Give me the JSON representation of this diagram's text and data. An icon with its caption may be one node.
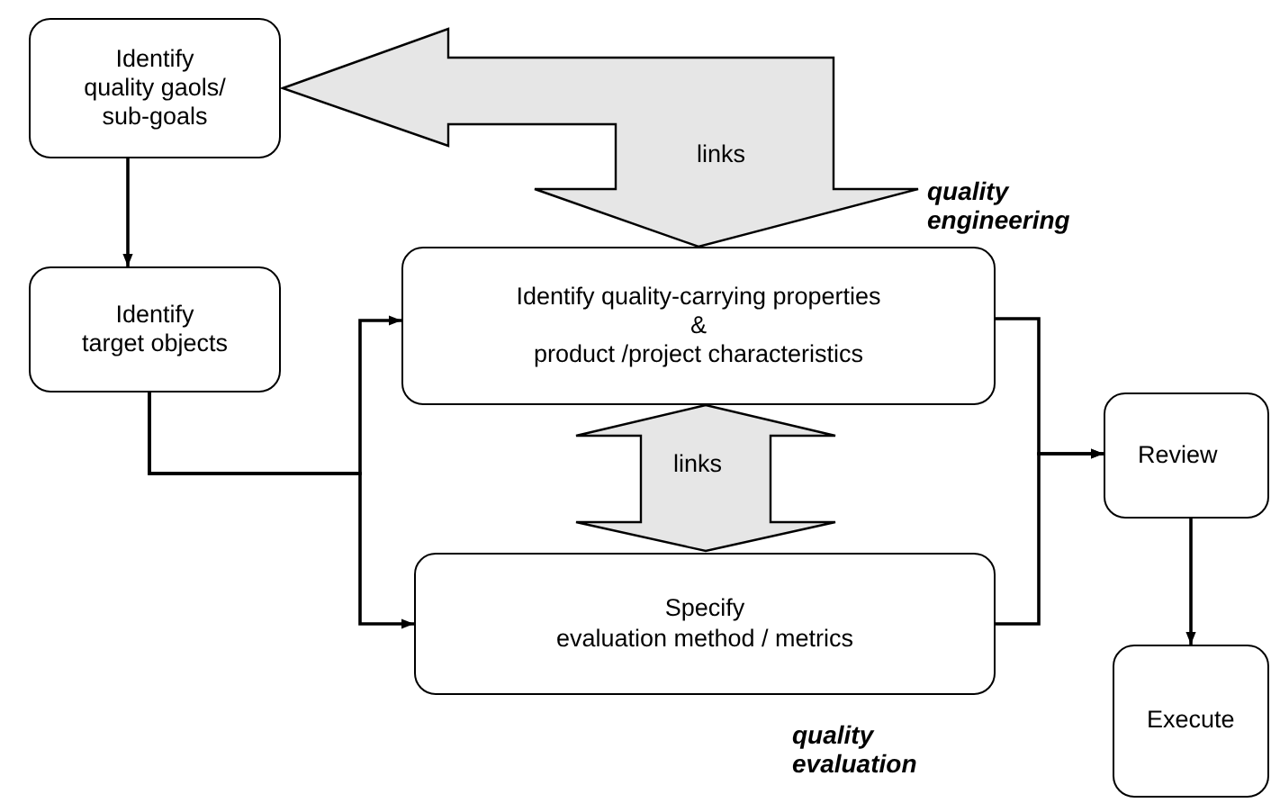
{
  "diagram": {
    "nodes": [
      {
        "text": [
          "Identify",
          "quality gaols/ sub-goals"
        ]
      },
      {
        "text": [
          "Identify",
          "target objects"
        ]
      },
      {
        "text": [
          "Identify quality-carrying properties",
          "&",
          "product /project characteristics"
        ]
      },
      {
        "text": [
          "Specify",
          "evaluation method / metrics"
        ]
      },
      {
        "text": [
          "Review"
        ]
      },
      {
        "text": [
          "Execute"
        ]
      }
    ],
    "edges": [
      {
        "from": 0,
        "to": 1,
        "arrow": "to"
      },
      {
        "from": 1,
        "to": 2,
        "arrow": "to"
      },
      {
        "from": 1,
        "to": 3,
        "arrow": "to"
      },
      {
        "from": 2,
        "to": 4,
        "arrow": "to"
      },
      {
        "from": 3,
        "to": 4,
        "arrow": "to"
      },
      {
        "from": 4,
        "to": 5,
        "arrow": "to"
      },
      {
        "from": 0,
        "to": 2,
        "arrow": "both",
        "label": "links",
        "style": "thick"
      },
      {
        "from": 2,
        "to": 3,
        "arrow": "both",
        "label": "links",
        "style": "thick"
      }
    ],
    "labels": [
      "quality engineering",
      "quality evaluation"
    ]
  }
}
